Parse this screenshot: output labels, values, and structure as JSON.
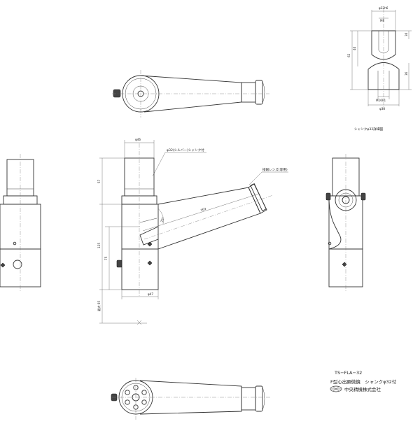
{
  "detail": {
    "dim_top": "φ32h6",
    "dim_m6": "M6",
    "dim_40": "40",
    "dim_62": "62",
    "dim_36": "36",
    "dim_m16": "M16P1",
    "dim_38": "φ38",
    "caption": "シャンクφ32詳細図"
  },
  "front": {
    "dim_46": "φ46",
    "dim_47": "φ47",
    "dim_57": "57",
    "dim_125": "125",
    "dim_75": "75",
    "dim_max": "最大 65",
    "dim_163": "163",
    "dim_20": "20°",
    "note_shank": "φ32(シルバー)シャンク付",
    "note_lens": "接眼レンズ(専用)"
  },
  "title_block": {
    "model": "TS−FLA−32",
    "name": "F型心出顕微鏡　シャンクφ32付",
    "company": "中央精機株式会社"
  }
}
